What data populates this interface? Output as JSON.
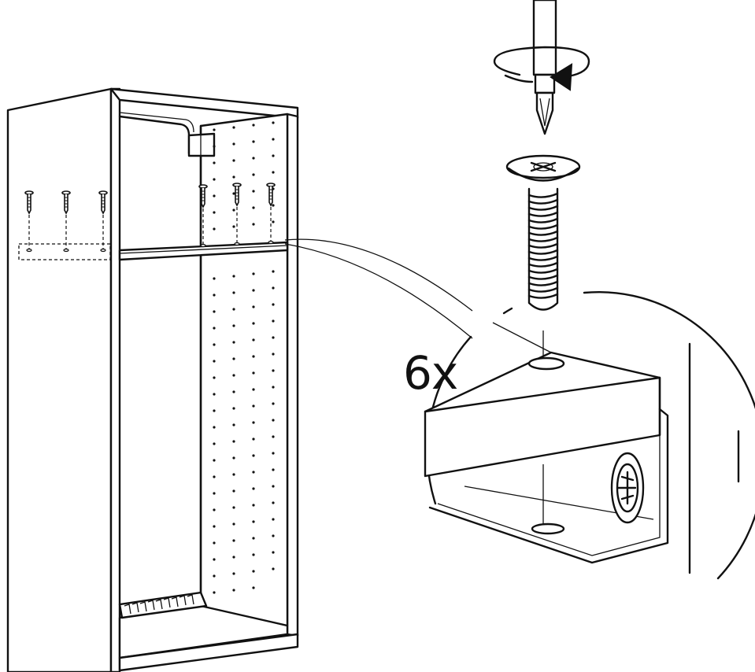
{
  "illustration": {
    "quantity_label": "6x",
    "screw_count": 6,
    "rotation_direction": "clockwise",
    "line_color": "#111111",
    "background_color": "#ffffff"
  }
}
